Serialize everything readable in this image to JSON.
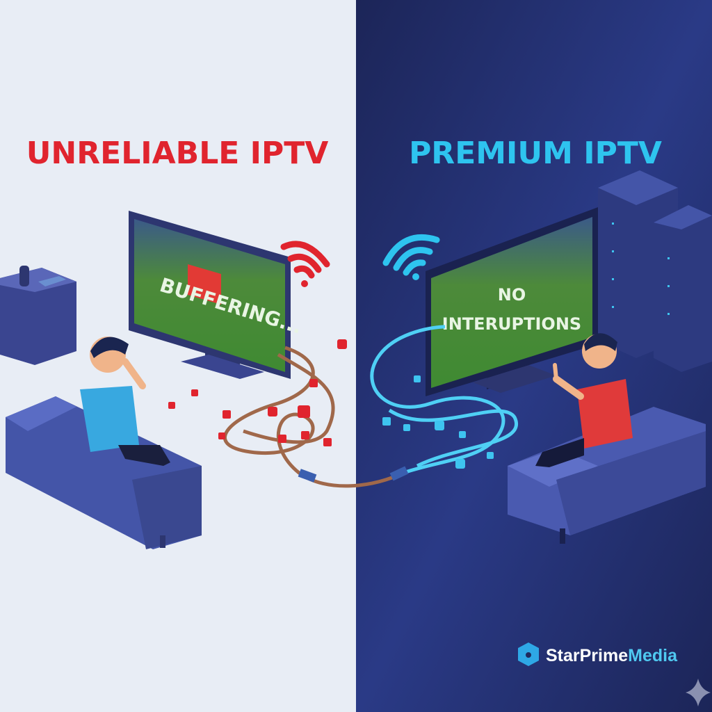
{
  "left_panel": {
    "title": "UNRELIABLE IPTV",
    "screen_text": "BUFFERING...",
    "title_color": "#e0242e",
    "background": "#e8edf5"
  },
  "right_panel": {
    "title": "PREMIUM IPTV",
    "screen_text_line1": "NO",
    "screen_text_line2": "INTERUPTIONS",
    "title_color": "#2ec4ef",
    "background": "#1f2a5e"
  },
  "logo": {
    "name_part1": "StarPrime",
    "name_part2": "Media",
    "icon": "cube-logo-icon"
  }
}
